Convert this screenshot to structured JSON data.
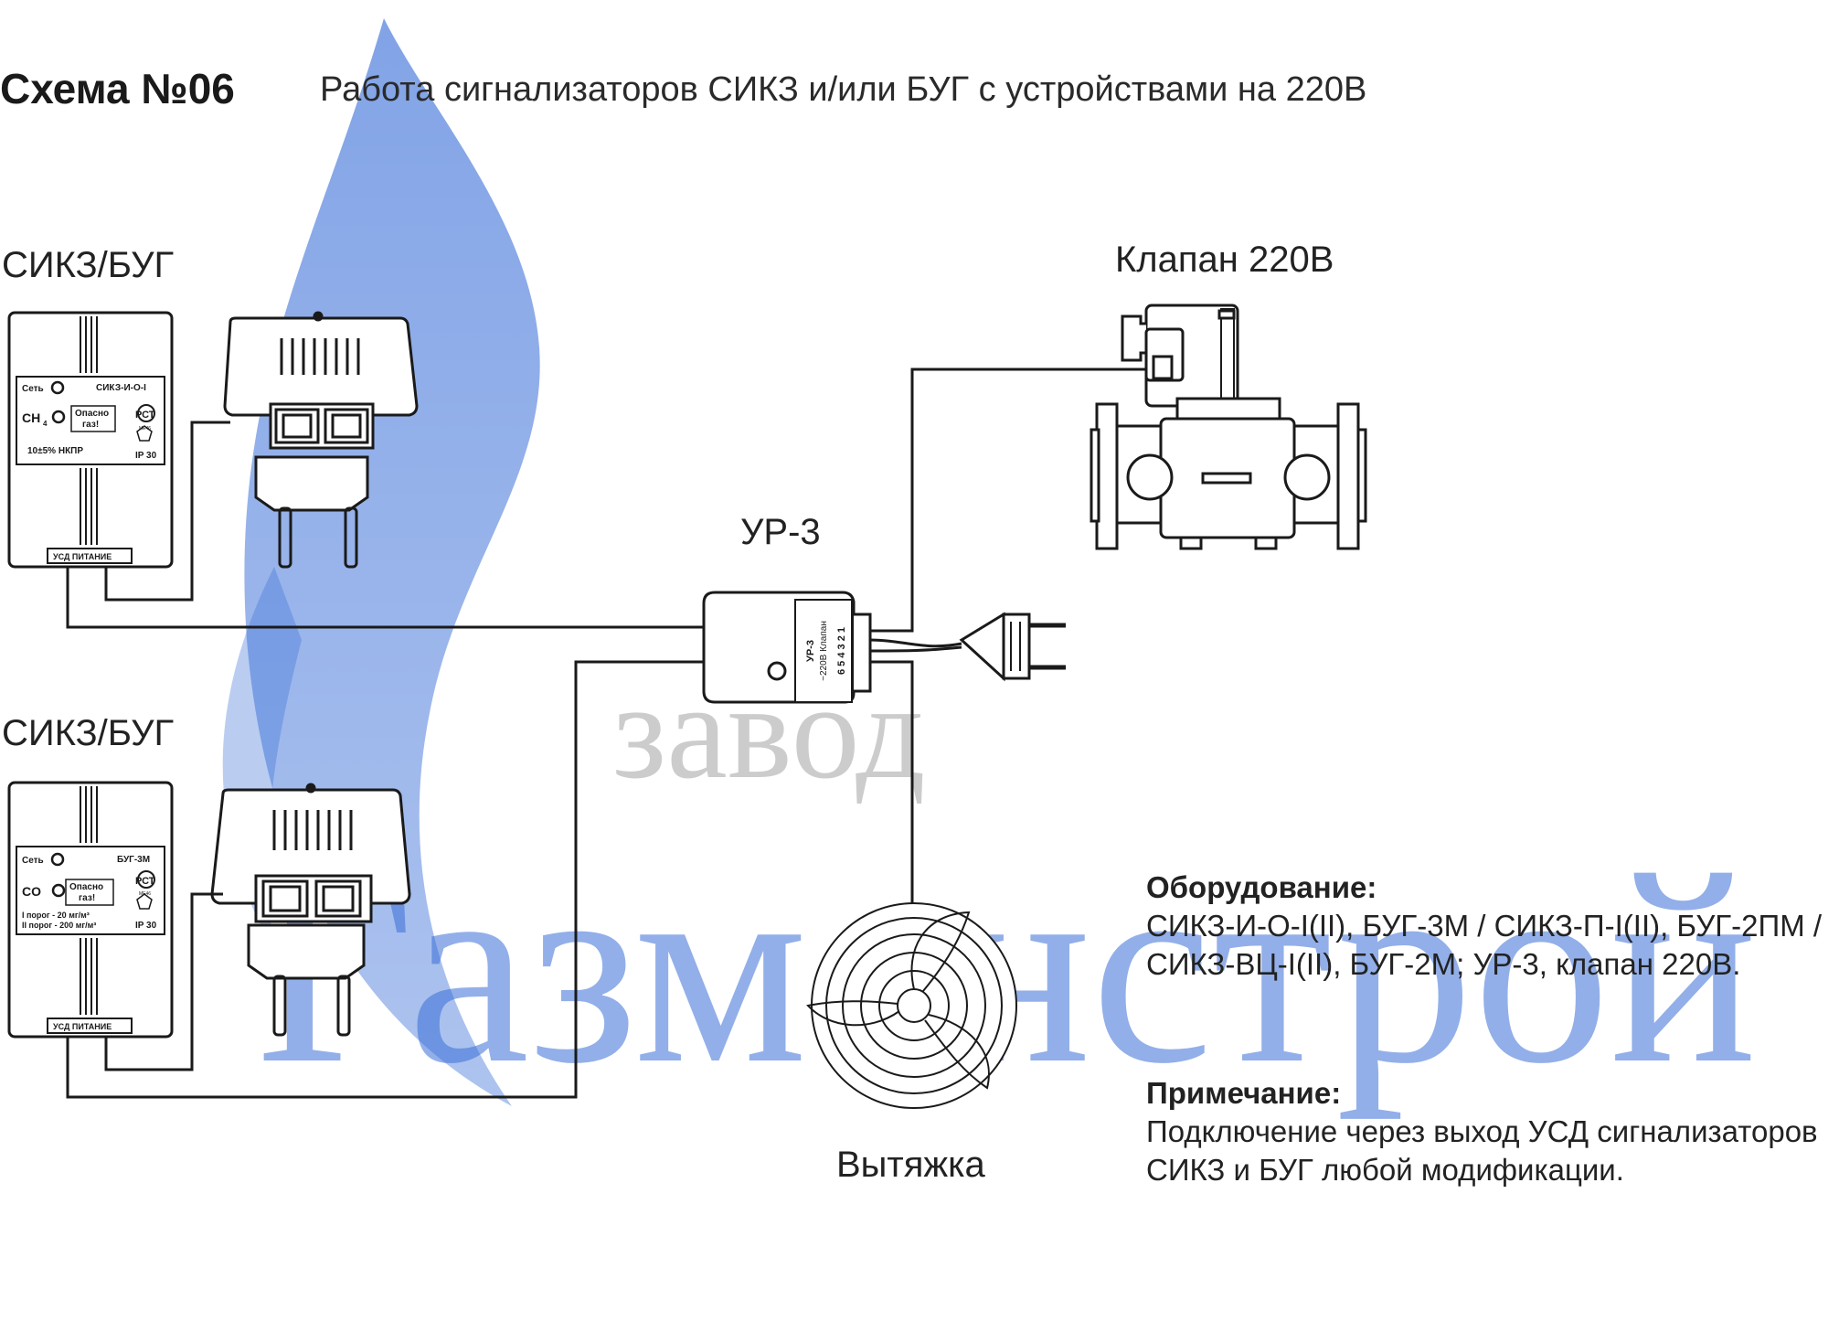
{
  "header": {
    "scheme_no": "Схема №06",
    "description": "Работа сигнализаторов СИКЗ и/или БУГ с устройствами на 220В"
  },
  "labels": {
    "detector_top": "СИКЗ/БУГ",
    "detector_bottom": "СИКЗ/БУГ",
    "valve": "Клапан 220В",
    "relay": "УР-3",
    "fan": "Вытяжка"
  },
  "detector_top_panel": {
    "net": "Сеть",
    "model": "СИКЗ-И-О-I",
    "gas": "CH",
    "gas_sub": "4",
    "danger_line1": "Опасно",
    "danger_line2": "газ!",
    "range": "10±5% НКПР",
    "ip": "IP 30",
    "cert": "МЕ46",
    "ports": "УСД  ПИТАНИЕ"
  },
  "detector_bottom_panel": {
    "net": "Сеть",
    "model": "БУГ-3М",
    "gas": "CO",
    "danger_line1": "Опасно",
    "danger_line2": "газ!",
    "threshold1": "I  порог - 20   мг/м³",
    "threshold2": "II порог - 200 мг/м³",
    "ip": "IP 30",
    "cert": "МЕ46",
    "ports": "УСД  ПИТАНИЕ"
  },
  "relay_panel": {
    "title": "УР-3",
    "subtitle": "~220В Клапан",
    "terminals": "6 5 4 3 2 1"
  },
  "equipment": {
    "heading": "Оборудование:",
    "text": "СИКЗ-И-О-I(II), БУГ-3М / СИКЗ-П-I(II), БУГ-2ПМ / СИКЗ-ВЦ-I(II), БУГ-2М; УР-3, клапан 220В."
  },
  "note": {
    "heading": "Примечание:",
    "text": "Подключение через выход УСД сигнализаторов СИКЗ и БУГ любой модификации."
  },
  "watermark": {
    "line1": "завод",
    "line2": "Газмонстрой",
    "color": "#3a6fd8"
  },
  "colors": {
    "line": "#1a1a1a",
    "watermark_blue": "#3a6fd8",
    "watermark_gray": "#9a9a9a"
  }
}
